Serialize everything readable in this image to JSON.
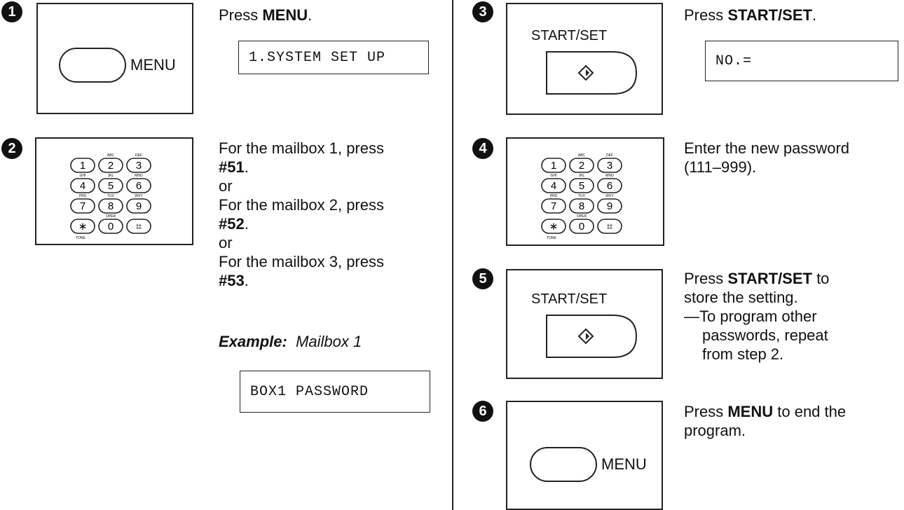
{
  "steps": {
    "s1": {
      "num": "1",
      "button_label": "MENU",
      "text_prefix": "Press ",
      "text_bold": "MENU",
      "text_suffix": ".",
      "lcd": "1.SYSTEM SET UP"
    },
    "s2": {
      "num": "2",
      "lines": [
        {
          "pre": "For the mailbox 1, press",
          "bold": "",
          "post": ""
        },
        {
          "pre": "",
          "bold": "#51",
          "post": "."
        },
        {
          "pre": "or",
          "bold": "",
          "post": ""
        },
        {
          "pre": "For the mailbox 2, press",
          "bold": "",
          "post": ""
        },
        {
          "pre": "",
          "bold": "#52",
          "post": "."
        },
        {
          "pre": "or",
          "bold": "",
          "post": ""
        },
        {
          "pre": "For the mailbox 3, press",
          "bold": "",
          "post": ""
        },
        {
          "pre": "",
          "bold": "#53",
          "post": "."
        }
      ],
      "example_label": "Example:",
      "example_value": "Mailbox 1",
      "lcd": "BOX1 PASSWORD"
    },
    "s3": {
      "num": "3",
      "button_label": "START/SET",
      "text_prefix": "Press ",
      "text_bold": "START/SET",
      "text_suffix": ".",
      "lcd": "NO.="
    },
    "s4": {
      "num": "4",
      "line1": "Enter the new password",
      "line2": "(111–999)."
    },
    "s5": {
      "num": "5",
      "button_label": "START/SET",
      "text_prefix": "Press ",
      "text_bold": "START/SET",
      "text_suffix": " to",
      "line2": "store the setting.",
      "line3": "—To program other",
      "line4": "passwords, repeat",
      "line5": "from step 2."
    },
    "s6": {
      "num": "6",
      "button_label": "MENU",
      "text_prefix": "Press ",
      "text_bold": "MENU",
      "text_suffix": " to end the",
      "line2": "program."
    }
  },
  "keypad": {
    "keys": [
      "1",
      "2",
      "3",
      "4",
      "5",
      "6",
      "7",
      "8",
      "9",
      "∗",
      "0",
      "⌗"
    ],
    "letters": [
      "",
      "ABC",
      "DEF",
      "GHI",
      "JKL",
      "MNO",
      "PRS",
      "TUV",
      "WXY",
      "",
      "OPER",
      ""
    ],
    "tone": "TONE"
  }
}
